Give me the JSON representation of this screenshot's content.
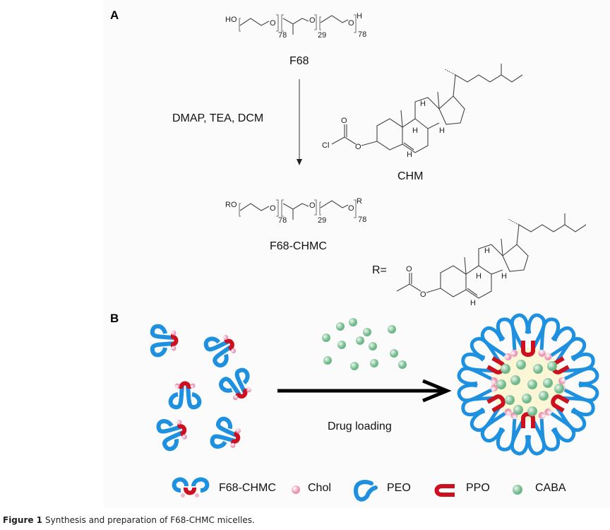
{
  "panel_a": {
    "label": "A",
    "f68": {
      "name": "F68",
      "start_group": "HO",
      "end_group": "H",
      "repeat_units": [
        "78",
        "29",
        "78"
      ]
    },
    "reagents": "DMAP, TEA, DCM",
    "chm": {
      "name": "CHM",
      "atoms": [
        "O",
        "Cl",
        "O",
        "H",
        "H",
        "H",
        "H"
      ]
    },
    "f68_chmc": {
      "name": "F68-CHMC",
      "start_group": "RO",
      "end_group": "R",
      "repeat_units": [
        "78",
        "29",
        "78"
      ]
    },
    "r_group": {
      "label": "R=",
      "atoms": [
        "O",
        "O",
        "H",
        "H",
        "H",
        "H"
      ]
    }
  },
  "panel_b": {
    "label": "B",
    "process_label": "Drug loading",
    "colors": {
      "peo": "#1e90e0",
      "ppo": "#cc1020",
      "chol": "#f0b8cc",
      "caba": "#8fcaa0",
      "core": "#fbf6d6"
    },
    "legend": [
      {
        "icon": "f68-chmc-unimer-icon",
        "label": "F68-CHMC"
      },
      {
        "icon": "chol-sphere-icon",
        "label": "Chol"
      },
      {
        "icon": "peo-chain-icon",
        "label": "PEO"
      },
      {
        "icon": "ppo-chain-icon",
        "label": "PPO"
      },
      {
        "icon": "caba-sphere-icon",
        "label": "CABA"
      }
    ]
  },
  "caption": {
    "figure_label": "Figure 1",
    "text": "Synthesis and preparation of F68-CHMC micelles."
  }
}
